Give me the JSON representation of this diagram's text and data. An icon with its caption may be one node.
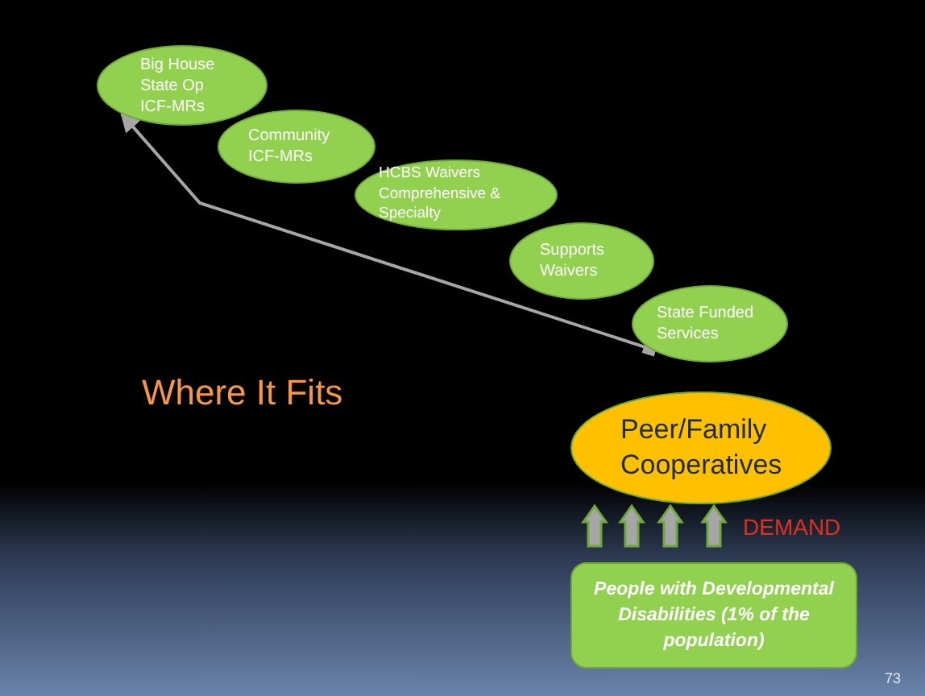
{
  "diagram": {
    "title": "Where It Fits",
    "nodes": [
      {
        "text": [
          "Big House State Op ICF-MRs"
        ]
      },
      {
        "text": [
          "Community ICF-MRs"
        ]
      },
      {
        "text": [
          "HCBS Waivers Comprehensive & Specialty"
        ]
      },
      {
        "text": [
          "Supports Waivers"
        ]
      },
      {
        "text": [
          "State Funded Services"
        ]
      },
      {
        "text": [
          "Peer/Family Cooperatives"
        ]
      },
      {
        "text": [
          "People with Developmental Disabilities (1% of the population)"
        ]
      }
    ],
    "edges": [
      {
        "from": 6,
        "to": 5,
        "arrow": "to",
        "style": "thick",
        "color": "#a6a6a6"
      },
      {
        "from": 6,
        "to": 5,
        "arrow": "to",
        "style": "thick",
        "color": "#a6a6a6"
      },
      {
        "from": 6,
        "to": 5,
        "arrow": "to",
        "style": "thick",
        "color": "#a6a6a6"
      },
      {
        "from": 6,
        "to": 5,
        "arrow": "to",
        "style": "thick",
        "color": "#a6a6a6"
      },
      {
        "from": 4,
        "to": 0,
        "arrow": "to"
      }
    ],
    "labels": [
      "DEMAND",
      "73"
    ]
  }
}
